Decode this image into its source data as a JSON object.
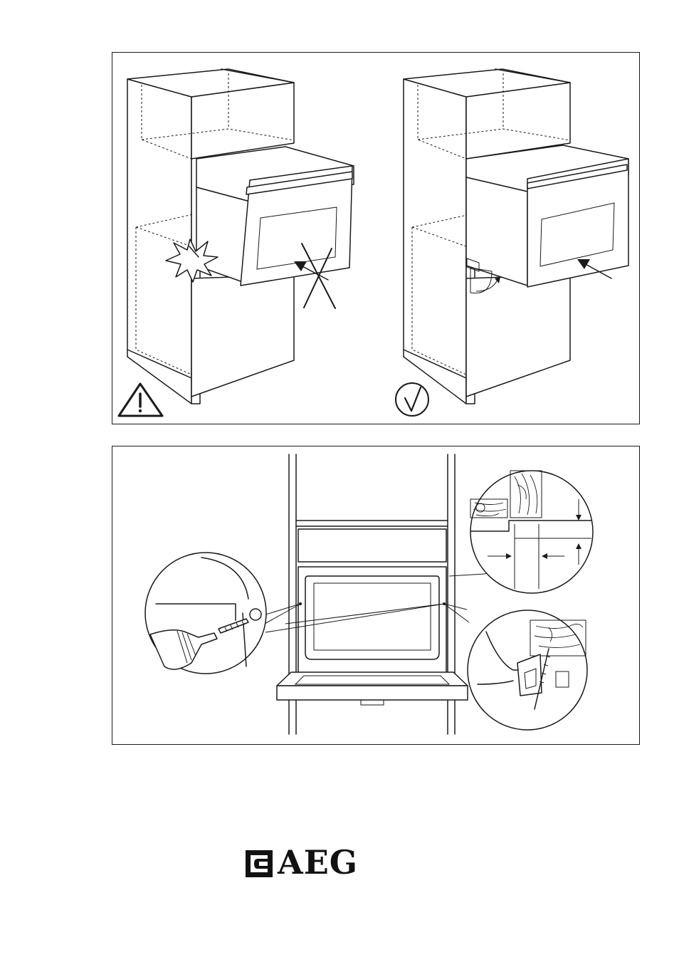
{
  "brand": {
    "name": "AEG"
  },
  "figures": [
    {
      "id": "installation-wrong",
      "symbol": "warning"
    },
    {
      "id": "installation-correct",
      "symbol": "check"
    },
    {
      "id": "fixing-screws"
    }
  ],
  "colors": {
    "ink": "#1a1a1a",
    "paper": "#ffffff"
  }
}
